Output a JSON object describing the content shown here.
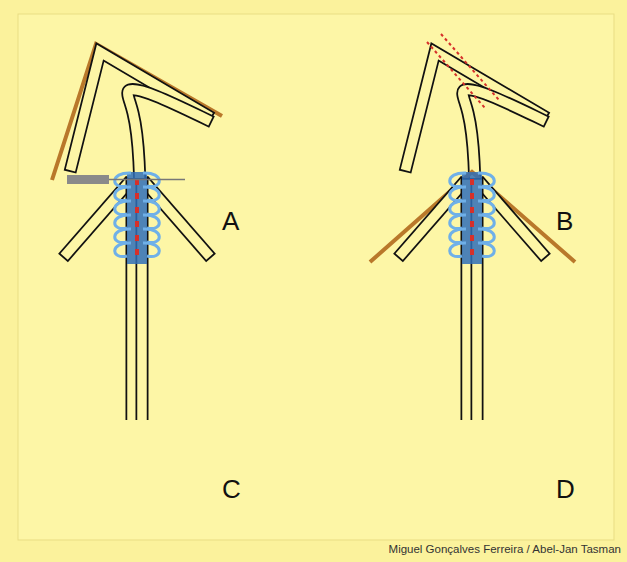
{
  "diagram": {
    "labels": [
      "A",
      "B",
      "C",
      "D",
      "Miguel Gonçalves Ferreira / Abel-Jan Tasman"
    ]
  }
}
